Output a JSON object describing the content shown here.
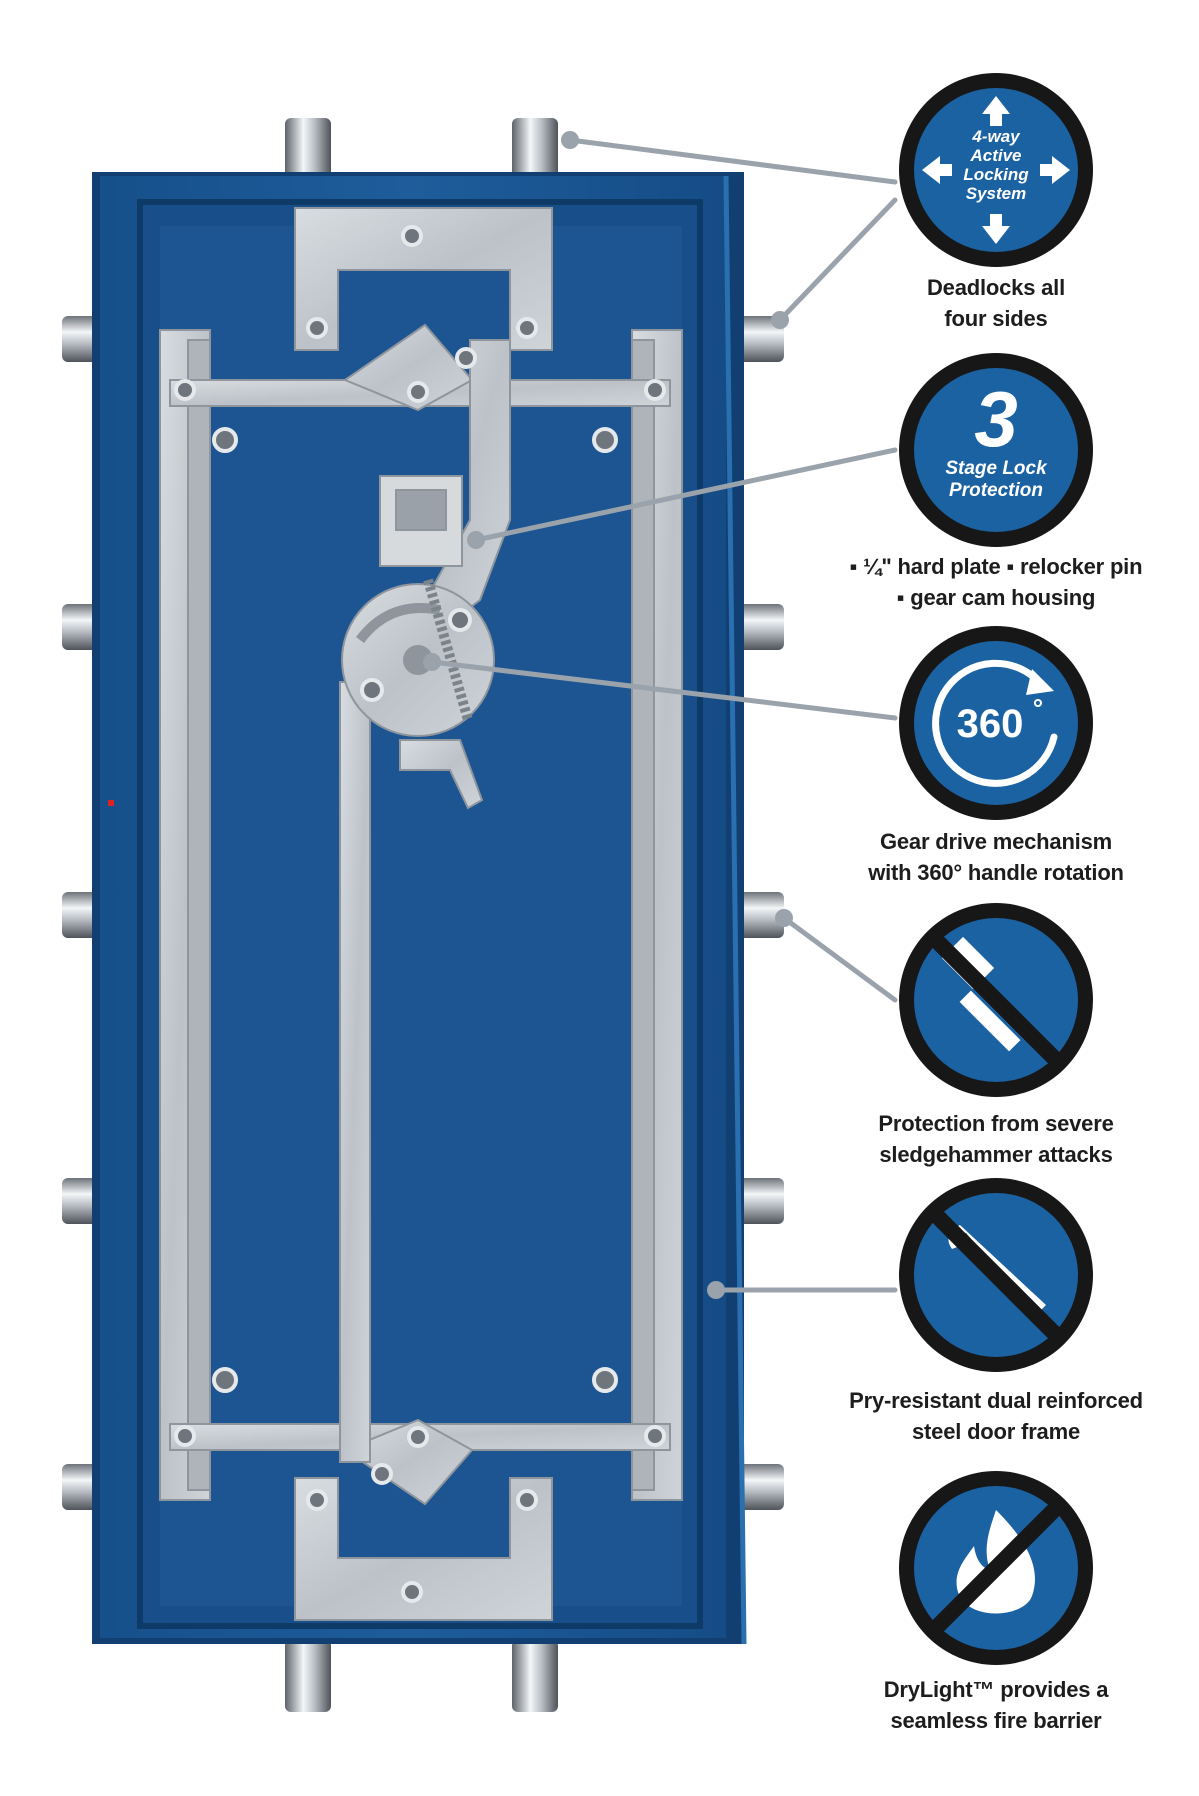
{
  "colors": {
    "door_blue": "#1d5a97",
    "door_dark": "#0f3f73",
    "badge_blue": "#1b62a3",
    "badge_ring": "#171717",
    "steel": "#c9ced4",
    "leader": "#9aa2ab",
    "text": "#1d1d1d"
  },
  "features": [
    {
      "icon": "four-way-arrows-icon",
      "badge_lines": [
        "4-way",
        "Active",
        "Locking",
        "System"
      ],
      "caption": [
        "Deadlocks all",
        "four sides"
      ]
    },
    {
      "icon": "three-stage-icon",
      "badge_number": "3",
      "badge_lines": [
        "Stage Lock",
        "Protection"
      ],
      "caption": [
        "▪ ¼\" hard plate ▪ relocker pin",
        "▪ gear cam housing"
      ]
    },
    {
      "icon": "rotation-360-icon",
      "badge_label": "360",
      "badge_degree": "°",
      "caption": [
        "Gear drive mechanism",
        "with 360° handle rotation"
      ]
    },
    {
      "icon": "no-sledgehammer-icon",
      "caption": [
        "Protection from severe",
        "sledgehammer attacks"
      ]
    },
    {
      "icon": "no-pry-bar-icon",
      "caption": [
        "Pry-resistant dual reinforced",
        "steel door frame"
      ]
    },
    {
      "icon": "no-fire-icon",
      "caption": [
        "DryLight™ provides a",
        "seamless fire barrier"
      ]
    }
  ]
}
